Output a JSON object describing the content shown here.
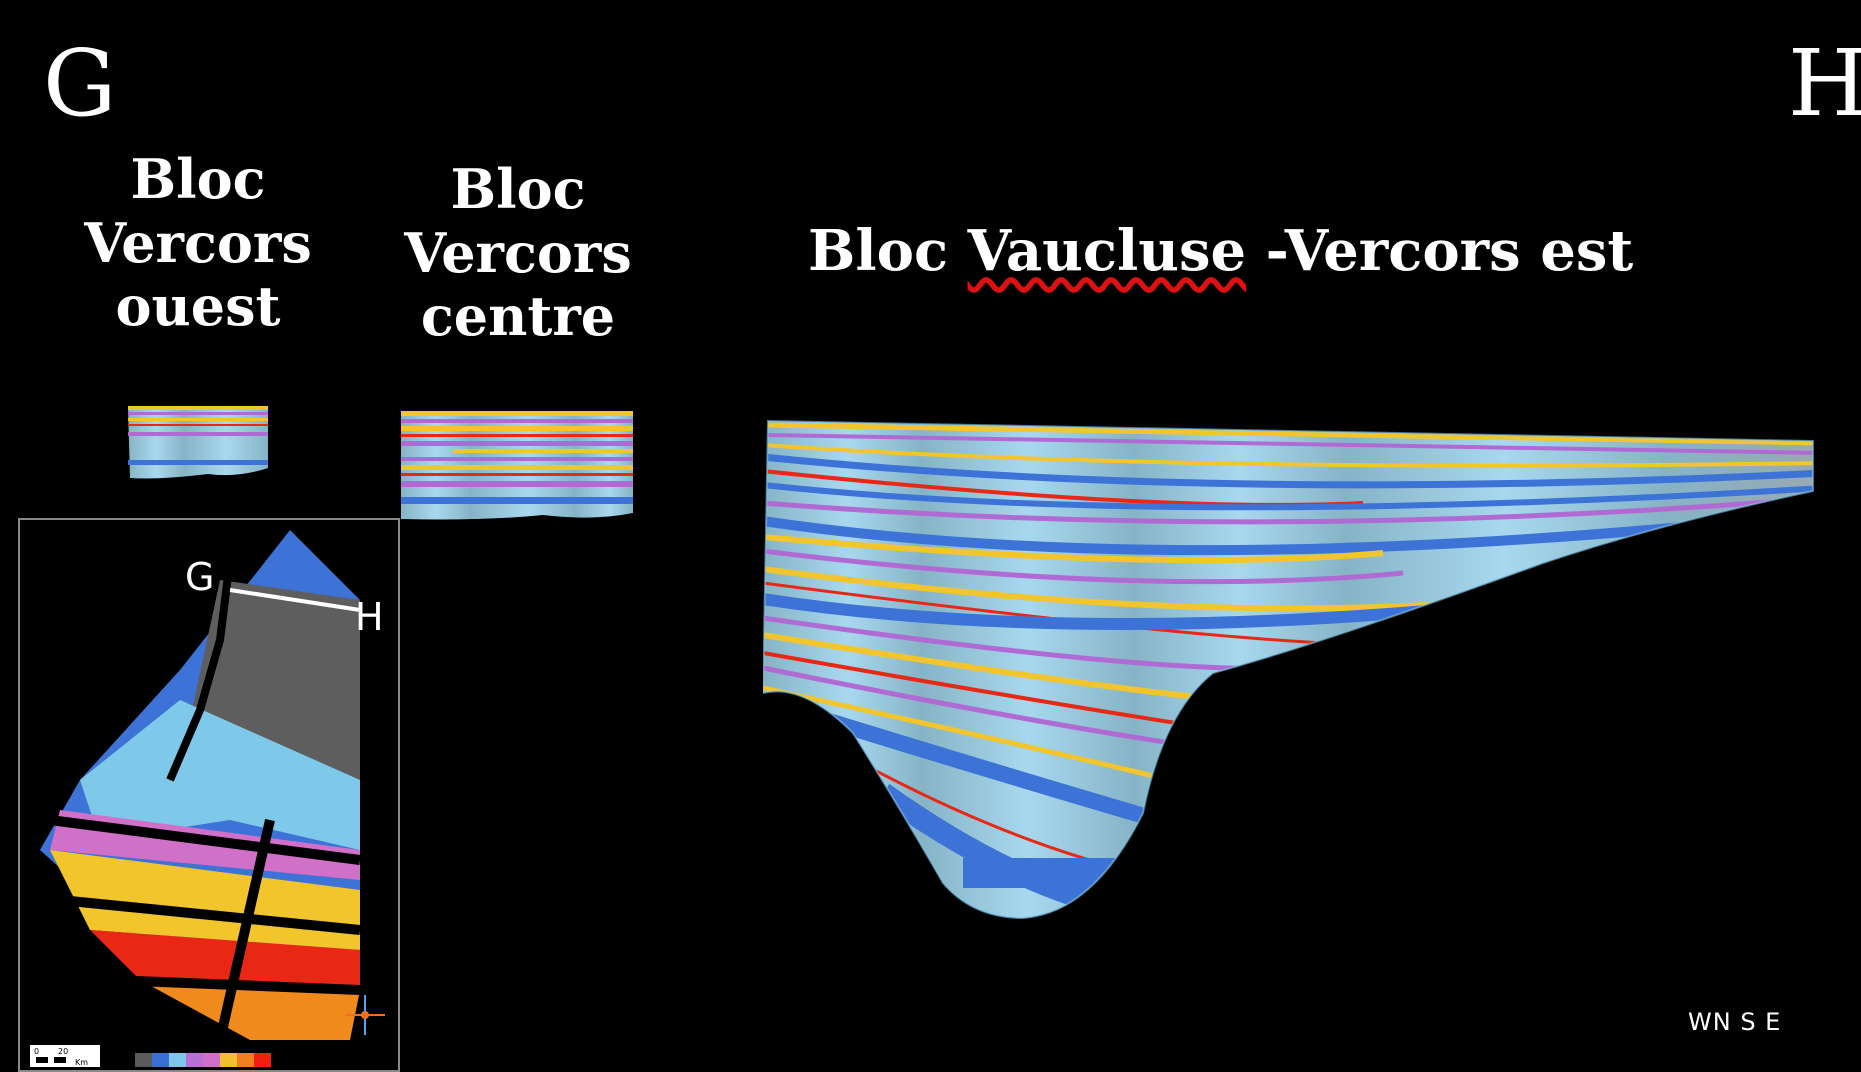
{
  "corners": {
    "left": "G",
    "right": "H"
  },
  "blocks": {
    "west": {
      "line1": "Bloc",
      "line2": "Vercors",
      "line3": "ouest"
    },
    "center": {
      "line1": "Bloc",
      "line2": "Vercors",
      "line3": "centre"
    },
    "east": {
      "part1": "Bloc ",
      "part2": "Vaucluse",
      "part3": " -Vercors est"
    }
  },
  "inset_map": {
    "label_start": "G",
    "label_end": "H",
    "scale_labels": [
      "0",
      "20",
      "Km"
    ],
    "legend_colors": [
      "#5a5a5a",
      "#3c6fd4",
      "#7fc6ec",
      "#b86fd6",
      "#d070c8",
      "#f0c030",
      "#f07f20",
      "#f02010"
    ]
  },
  "orientation": "WN S E",
  "colors": {
    "background": "#000000",
    "gray": "#5e5e5e",
    "blue": "#3d72d6",
    "light_blue": "#7ec8ea",
    "teal": "#86b4c6",
    "purple": "#b06ad4",
    "yellow": "#f2c52c",
    "orange": "#f08a1c",
    "red": "#e82814"
  }
}
